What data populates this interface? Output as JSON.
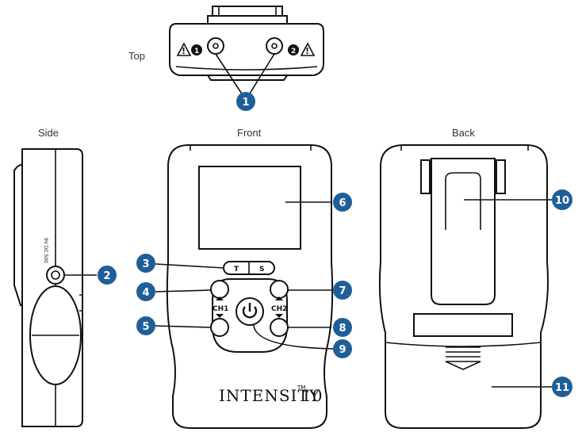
{
  "views": {
    "top": "Top",
    "side": "Side",
    "front": "Front",
    "back": "Back"
  },
  "callouts": [
    "1",
    "2",
    "3",
    "4",
    "5",
    "6",
    "7",
    "8",
    "9",
    "10",
    "11"
  ],
  "device": {
    "timer_button": "T",
    "setting_button": "S",
    "channel_1": "CH1",
    "channel_2": "CH2",
    "brand_name": "INTENSITY",
    "brand_tm": "TM",
    "brand_model": "10",
    "output_mark_1": "1",
    "output_mark_2": "2",
    "side_rating": "9V DC 500"
  },
  "colors": {
    "badge": "#1f5f99",
    "outline": "#111111",
    "background": "#ffffff"
  }
}
